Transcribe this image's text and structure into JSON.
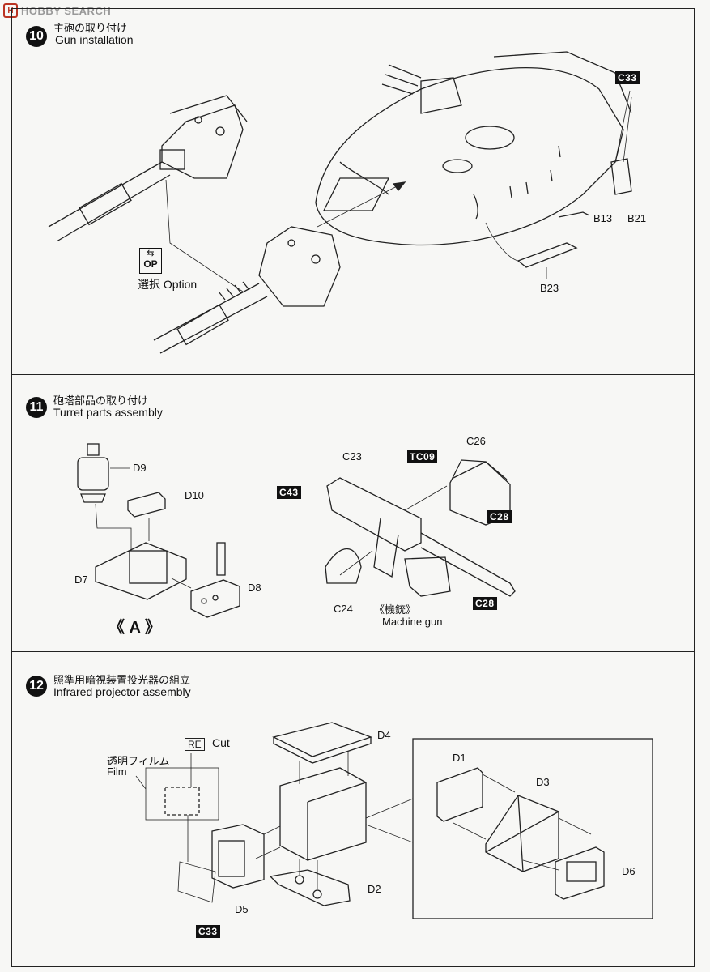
{
  "watermark": {
    "logo": "H",
    "text": "HOBBY SEARCH"
  },
  "step10": {
    "number": "10",
    "title_jp": "主砲の取り付け",
    "title_en": "Gun installation",
    "option_icon_text": "OP",
    "option_label": "選択 Option",
    "parts": {
      "c33": "C33",
      "b21": "B21",
      "b13": "B13",
      "b23": "B23"
    }
  },
  "step11": {
    "number": "11",
    "title_jp": "砲塔部品の取り付け",
    "title_en": "Turret parts assembly",
    "parts": {
      "d9": "D9",
      "d10": "D10",
      "d7": "D7",
      "d8": "D8",
      "c23": "C23",
      "c26": "C26",
      "tc09": "TC09",
      "c43": "C43",
      "c28a": "C28",
      "c24": "C24",
      "c28b": "C28"
    },
    "sub_label": "《 A 》",
    "mg_jp": "《機銃》",
    "mg_en": "Machine gun"
  },
  "step12": {
    "number": "12",
    "title_jp": "照準用暗視装置投光器の組立",
    "title_en": "Infrared projector assembly",
    "re_box": "RE",
    "cut": "Cut",
    "film_jp": "透明フィルム",
    "film_en": "Film",
    "parts": {
      "d4": "D4",
      "d5": "D5",
      "d2": "D2",
      "c33": "C33",
      "d1": "D1",
      "d3": "D3",
      "d6": "D6"
    }
  }
}
